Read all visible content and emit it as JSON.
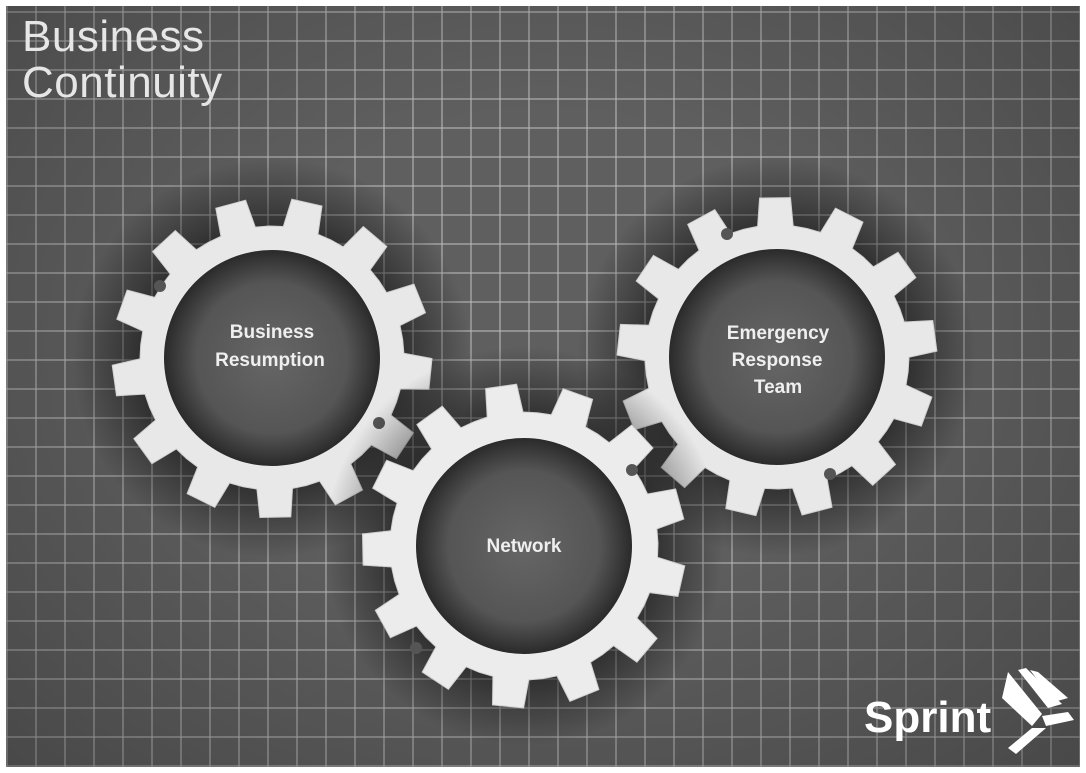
{
  "title": {
    "line1": "Business",
    "line2": "Continuity"
  },
  "gears": [
    {
      "id": "business-resumption",
      "lines": [
        "Business",
        "Resumption"
      ]
    },
    {
      "id": "network",
      "lines": [
        "Network"
      ]
    },
    {
      "id": "emergency-response-team",
      "lines": [
        "Emergency",
        "Response",
        "Team"
      ]
    }
  ],
  "logo": {
    "text": "Sprint",
    "icon": "sprint-pin-icon"
  },
  "colors": {
    "background": "#5f5f5f",
    "grid": "#b9b9b9",
    "gear": "#e8e8e8",
    "gear_hub": "#4a4a4a"
  }
}
